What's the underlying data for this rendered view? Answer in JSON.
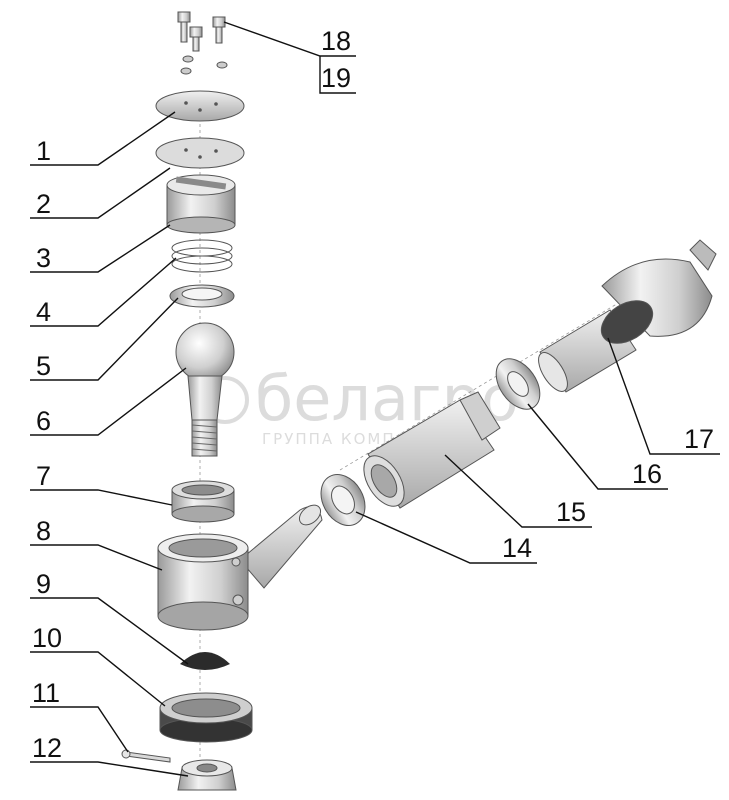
{
  "watermark": {
    "brand": "белагро",
    "tagline": "ГРУППА КОМПАНИЙ"
  },
  "callouts": [
    {
      "id": "1",
      "label": "1"
    },
    {
      "id": "2",
      "label": "2"
    },
    {
      "id": "3",
      "label": "3"
    },
    {
      "id": "4",
      "label": "4"
    },
    {
      "id": "5",
      "label": "5"
    },
    {
      "id": "6",
      "label": "6"
    },
    {
      "id": "7",
      "label": "7"
    },
    {
      "id": "8",
      "label": "8"
    },
    {
      "id": "9",
      "label": "9"
    },
    {
      "id": "10",
      "label": "10"
    },
    {
      "id": "11",
      "label": "11"
    },
    {
      "id": "12",
      "label": "12"
    },
    {
      "id": "14",
      "label": "14"
    },
    {
      "id": "15",
      "label": "15"
    },
    {
      "id": "16",
      "label": "16"
    },
    {
      "id": "17",
      "label": "17"
    },
    {
      "id": "18",
      "label": "18"
    },
    {
      "id": "19",
      "label": "19"
    }
  ],
  "colors": {
    "metal_light": "#e6e6e6",
    "metal_mid": "#bdbdbd",
    "metal_dark": "#7a7a7a",
    "rubber": "#2b2b2b",
    "ink": "#111111"
  }
}
